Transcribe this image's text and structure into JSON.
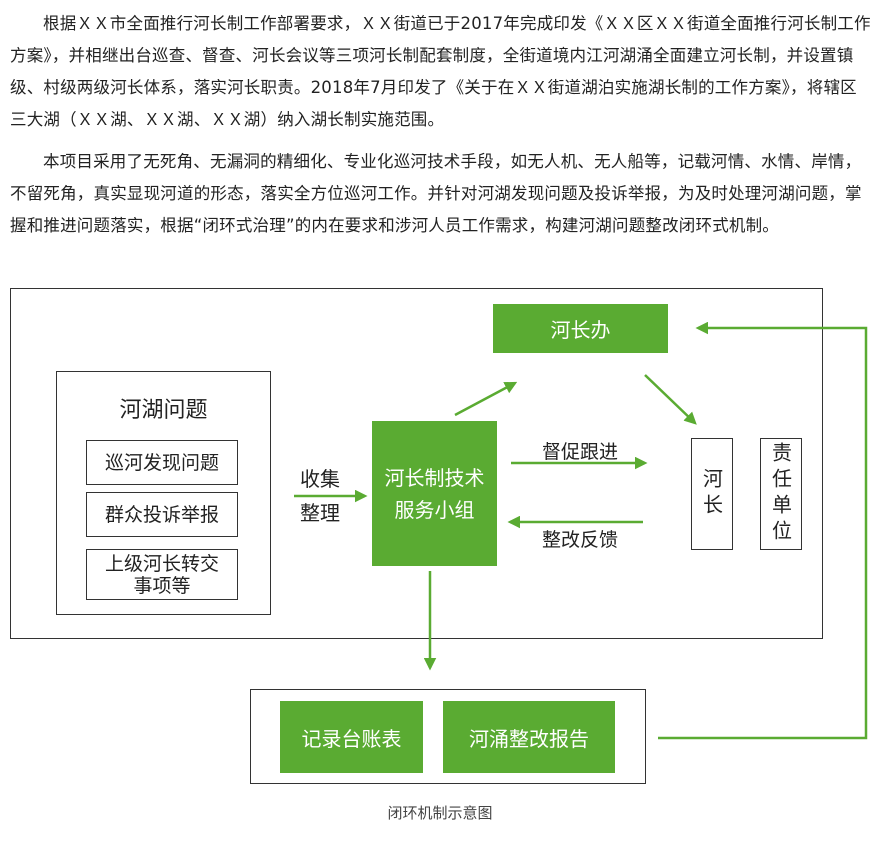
{
  "paragraphs": [
    "根据ＸＸ市全面推行河长制工作部署要求，ＸＸ街道已于2017年完成印发《ＸＸ区ＸＸ街道全面推行河长制工作方案》，并相继出台巡查、督查、河长会议等三项河长制配套制度，全街道境内江河湖涌全面建立河长制，并设置镇级、村级两级河长体系，落实河长职责。2018年7月印发了《关于在ＸＸ街道湖泊实施湖长制的工作方案》，将辖区三大湖（ＸＸ湖、ＸＸ湖、ＸＸ湖）纳入湖长制实施范围。",
    "本项目采用了无死角、无漏洞的精细化、专业化巡河技术手段，如无人机、无人船等，记载河情、水情、岸情，不留死角，真实显现河道的形态，落实全方位巡河工作。并针对河湖发现问题及投诉举报，为及时处理河湖问题，掌握和推进问题落实，根据“闭环式治理”的内在要求和涉河人员工作需求，构建河湖问题整改闭环式机制。"
  ],
  "diagram": {
    "issues_title": "河湖问题",
    "issues": [
      "巡河发现问题",
      "群众投诉举报",
      "上级河长转交事项等"
    ],
    "collect_label": "收集\n整理",
    "center_box": "河长制技术服务小组",
    "office_box": "河长办",
    "supervise_label": "督促跟进",
    "feedback_label": "整改反馈",
    "river_chief_box": "河长",
    "responsible_unit_box": "责任单位",
    "outputs": [
      "记录台账表",
      "河涌整改报告"
    ]
  },
  "caption": "闭环机制示意图",
  "colors": {
    "green": "#5aab32",
    "text": "#222222",
    "border": "#333333"
  }
}
